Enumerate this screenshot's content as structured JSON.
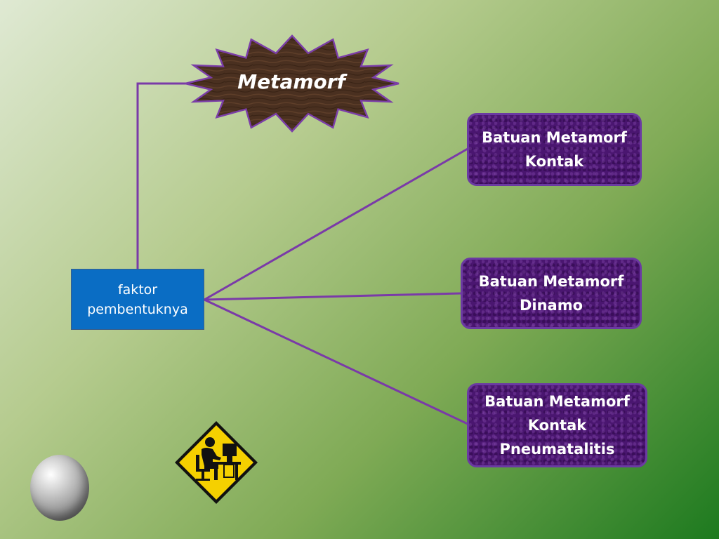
{
  "title": "Metamorf",
  "root": {
    "lines": [
      "faktor",
      "pembentuknya"
    ]
  },
  "branches": [
    {
      "lines": [
        "Batuan Metamorf",
        "Kontak"
      ]
    },
    {
      "lines": [
        "Batuan Metamorf",
        "Dinamo"
      ]
    },
    {
      "lines": [
        "Batuan Metamorf",
        "Kontak",
        "Pneumatalitis"
      ]
    }
  ],
  "colors": {
    "connector": "#7a3aa8",
    "root_fill": "#0a6dc4",
    "branch_fill": "#4a1670",
    "starburst_fill": "#4a3020",
    "starburst_stroke": "#7b3ea8"
  },
  "icons": [
    "starburst-shape",
    "sphere-icon",
    "computer-worker-sign-icon"
  ]
}
